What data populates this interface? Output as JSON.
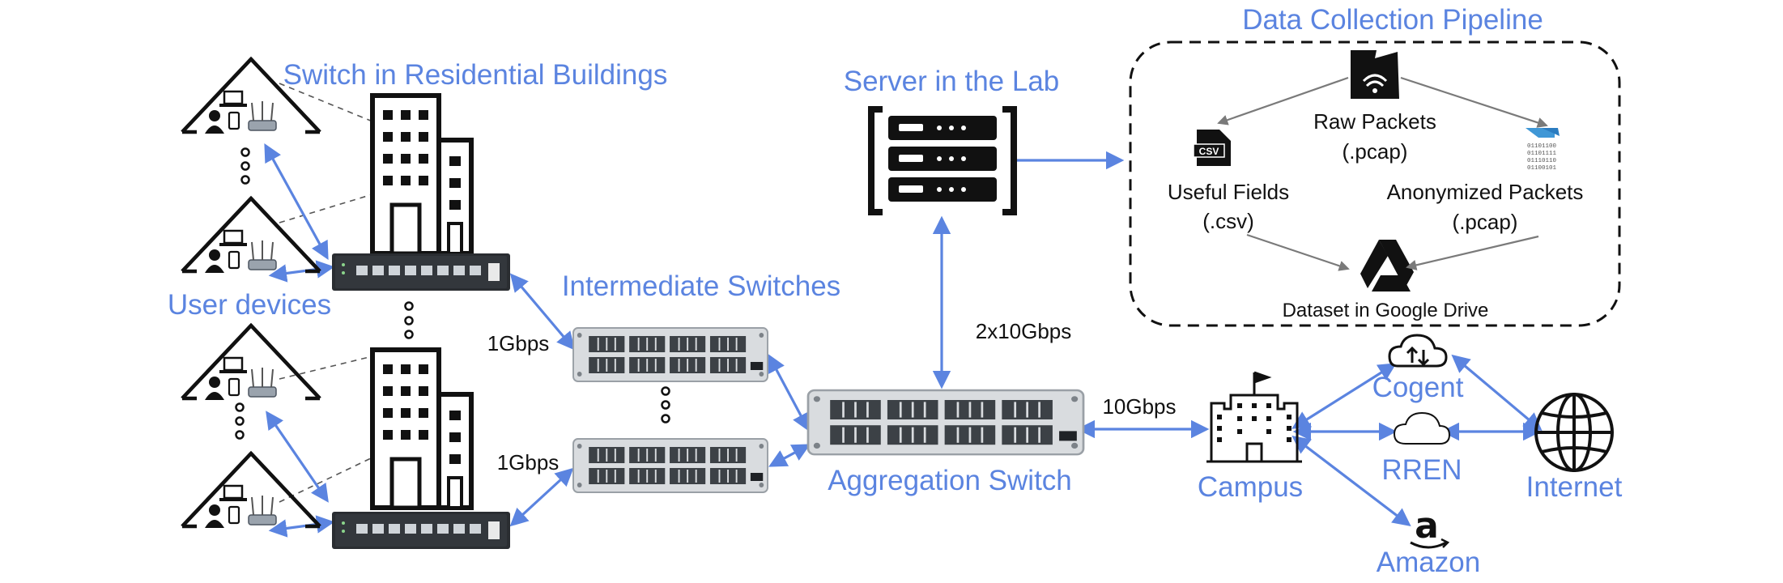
{
  "labels": {
    "residential_switch_title": "Switch in Residential Buildings",
    "user_devices": "User devices",
    "intermediate_switches": "Intermediate Switches",
    "server_title": "Server in the Lab",
    "pipeline_title": "Data Collection Pipeline",
    "aggregation_switch": "Aggregation Switch",
    "campus": "Campus",
    "cogent": "Cogent",
    "rren": "RREN",
    "internet": "Internet",
    "amazon": "Amazon"
  },
  "links": {
    "upper_intermediate_speed": "1Gbps",
    "lower_intermediate_speed": "1Gbps",
    "server_uplink_speed": "2x10Gbps",
    "campus_uplink_speed": "10Gbps"
  },
  "pipeline": {
    "raw_packets": "Raw Packets",
    "raw_packets_ext": "(.pcap)",
    "useful_fields": "Useful Fields",
    "useful_fields_ext": "(.csv)",
    "anonymized_packets": "Anonymized Packets",
    "anonymized_packets_ext": "(.pcap)",
    "dataset": "Dataset in Google Drive",
    "csv_badge": "CSV",
    "binary_lines": [
      "01101100",
      "01101111",
      "01110110",
      "01100101"
    ]
  },
  "icons": [
    "house-icon",
    "wifi-router-icon",
    "laptop-icon",
    "phone-icon",
    "person-icon",
    "building-icon",
    "network-switch-icon",
    "patch-panel-icon",
    "server-rack-icon",
    "wifi-file-icon",
    "csv-file-icon",
    "binary-file-icon",
    "google-drive-icon",
    "campus-icon",
    "cloud-sync-icon",
    "cloud-icon",
    "globe-icon",
    "amazon-logo-icon"
  ],
  "colors": {
    "accent": "#5b84e0",
    "dark": "#111111"
  }
}
